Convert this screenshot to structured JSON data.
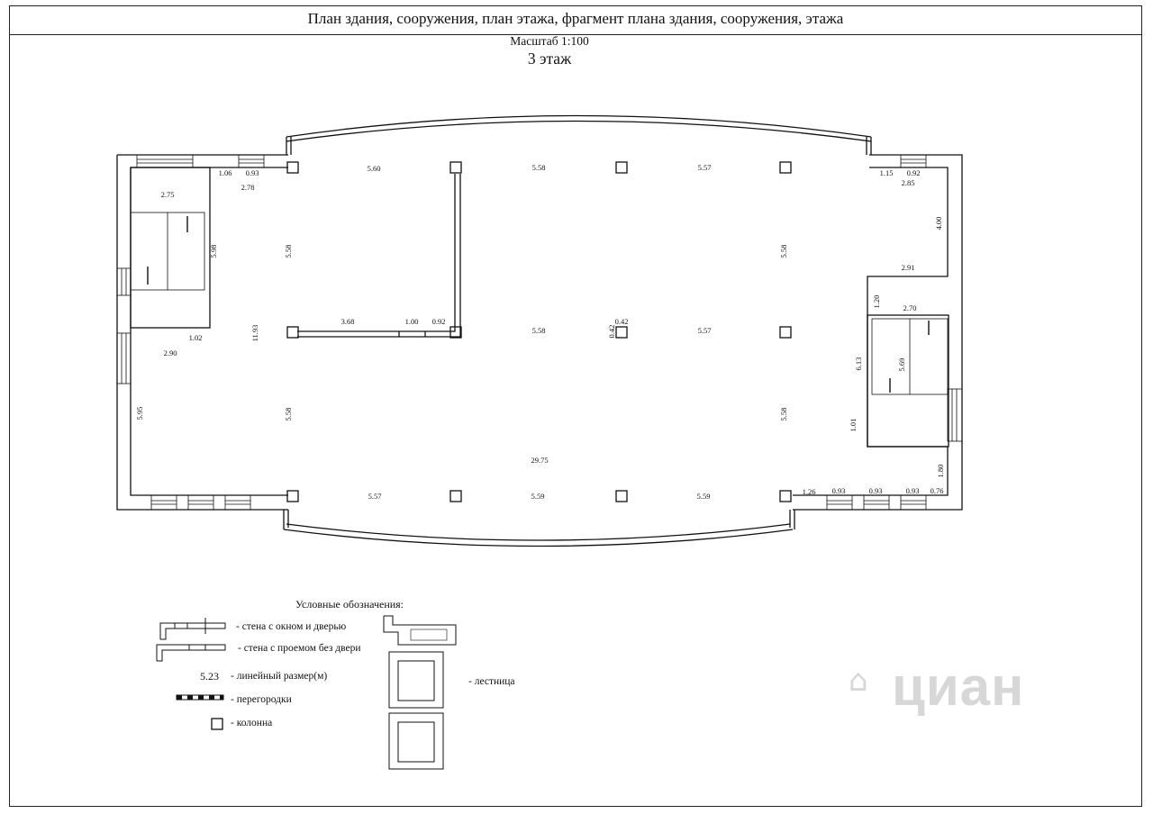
{
  "header": {
    "title": "План здания, сооружения, план этажа, фрагмент плана здания, сооружения, этажа"
  },
  "plan": {
    "scale_label": "Масштаб 1:100",
    "floor_label": "3 этаж",
    "dimensions": [
      "5.60",
      "5.58",
      "5.57",
      "1.06",
      "0.93",
      "2.78",
      "2.75",
      "5.98",
      "5.58",
      "5.58",
      "1.15",
      "0.92",
      "2.85",
      "4.00",
      "2.91",
      "1.20",
      "2.70",
      "6.13",
      "5.69",
      "3.68",
      "1.00",
      "0.92",
      "5.58",
      "0.42",
      "0.42",
      "5.57",
      "11.93",
      "1.02",
      "2.90",
      "5.95",
      "5.58",
      "5.58",
      "1.01",
      "29.75",
      "1.80",
      "5.57",
      "5.59",
      "5.59",
      "1.26",
      "0.93",
      "0.93",
      "0.93",
      "0.76"
    ]
  },
  "legend": {
    "title": "Условные обозначения:",
    "wall_window_door": "- стена с окном и дверью",
    "wall_opening": "- стена с проемом без двери",
    "dimension_sample": "5.23",
    "linear_size": "- линейный размер(м)",
    "partitions": "- перегородки",
    "column": "- колонна",
    "stairs": "- лестница"
  },
  "watermark": {
    "text": "циан",
    "icon": "cian-logo-icon"
  },
  "colors": {
    "line": "#111111",
    "watermark": "#d7d7d7"
  }
}
